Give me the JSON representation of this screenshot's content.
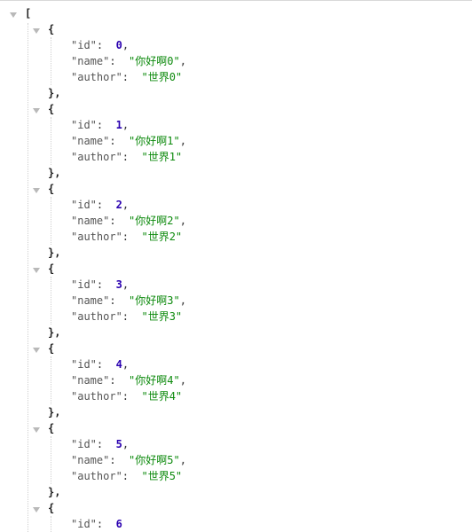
{
  "json_viewer": {
    "root_open": "[",
    "obj_open": "{",
    "obj_close": "},",
    "colon": ":",
    "comma": ",",
    "keys": {
      "id": "\"id\"",
      "name": "\"name\"",
      "author": "\"author\""
    },
    "items": [
      {
        "id": "0",
        "name": "\"你好啊0\"",
        "author": "\"世界0\""
      },
      {
        "id": "1",
        "name": "\"你好啊1\"",
        "author": "\"世界1\""
      },
      {
        "id": "2",
        "name": "\"你好啊2\"",
        "author": "\"世界2\""
      },
      {
        "id": "3",
        "name": "\"你好啊3\"",
        "author": "\"世界3\""
      },
      {
        "id": "4",
        "name": "\"你好啊4\"",
        "author": "\"世界4\""
      },
      {
        "id": "5",
        "name": "\"你好啊5\"",
        "author": "\"世界5\""
      },
      {
        "id": "6"
      }
    ],
    "colors": {
      "number": "#2a00b0",
      "string": "#0d8a0d",
      "key": "#555555",
      "toggle": "#b9b9b9"
    },
    "icons": {
      "toggle": "collapse-triangle-icon"
    }
  }
}
